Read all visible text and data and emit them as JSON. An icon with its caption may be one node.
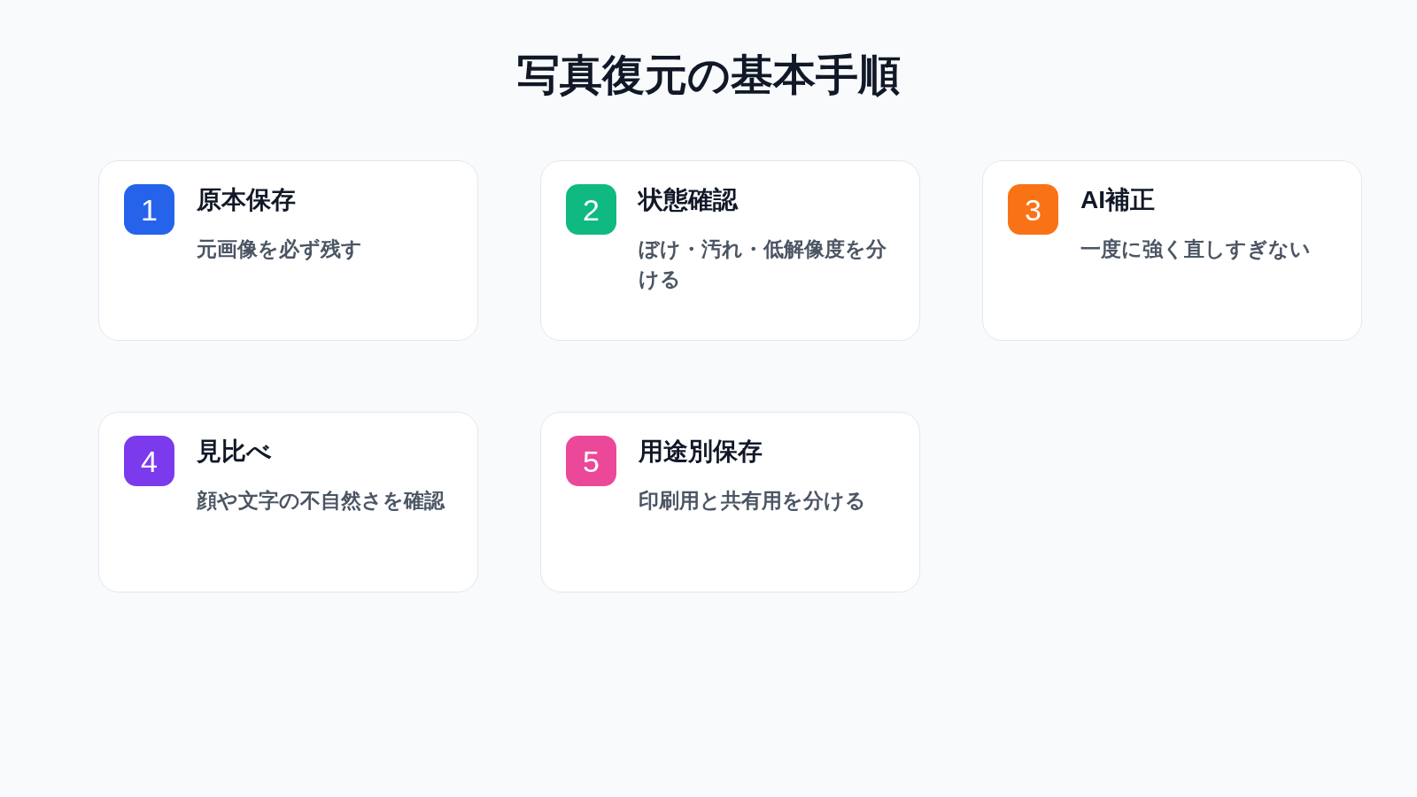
{
  "diagram": {
    "title": "写真復元の基本手順",
    "nodes": [
      {
        "text": [
          "原本保存",
          "元画像を必ず残す"
        ]
      },
      {
        "text": [
          "1"
        ],
        "in": 0
      },
      {
        "text": [
          "状態確認",
          "ぼけ・汚れ・低解像度を分ける"
        ]
      },
      {
        "text": [
          "2"
        ],
        "in": 2
      },
      {
        "text": [
          "AI補正",
          "一度に強く直しすぎない"
        ]
      },
      {
        "text": [
          "3"
        ],
        "in": 4
      },
      {
        "text": [
          "見比べ",
          "顔や文字の不自然さを確認"
        ]
      },
      {
        "text": [
          "4"
        ],
        "in": 6
      },
      {
        "text": [
          "用途別保存",
          "印刷用と共有用を分ける"
        ]
      },
      {
        "text": [
          "5"
        ],
        "in": 8
      }
    ]
  }
}
